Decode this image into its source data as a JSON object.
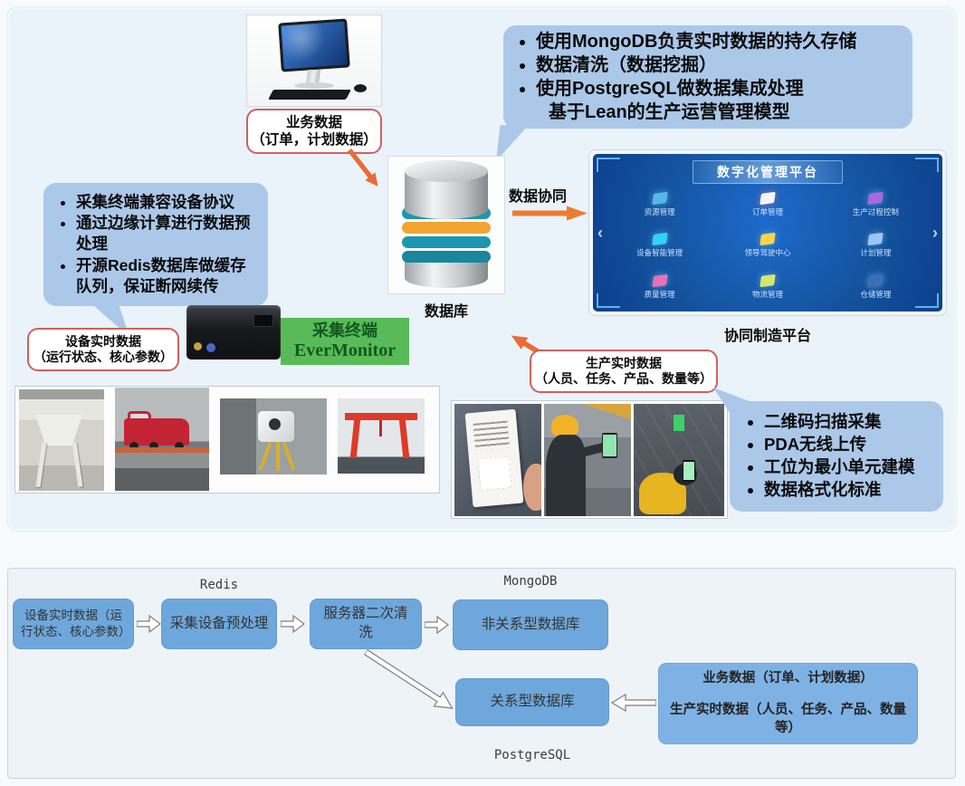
{
  "top_section": {
    "business_data_label": {
      "line1": "业务数据",
      "line2": "（订单，计划数据）"
    },
    "storage_callout": {
      "bullets": [
        "使用MongoDB负责实时数据的持久存储",
        "数据清洗（数据挖掘）",
        "使用PostgreSQL做数据集成处理"
      ],
      "continuation": "基于Lean的生产运营管理模型"
    },
    "database_caption": "数据库",
    "data_sync_label": "数据协同",
    "platform_screen": {
      "title": "数字化管理平台",
      "modules": [
        "资源管理",
        "订单管理",
        "生产过程控制",
        "设备智能管理",
        "领导驾驶中心",
        "计划管理",
        "质量管理",
        "物流管理",
        "仓储管理"
      ],
      "prev_glyph": "‹",
      "next_glyph": "›",
      "caption": "协同制造平台"
    },
    "edge_callout": {
      "bullets": [
        "采集终端兼容设备协议",
        "通过边缘计算进行数据预处理",
        "开源Redis数据库做缓存队列，保证断网续传"
      ]
    },
    "device_data_label": {
      "line1": "设备实时数据",
      "line2": "（运行状态、核心参数）"
    },
    "collector_badge": {
      "line1": "采集终端",
      "line2": "EverMonitor"
    },
    "production_data_label": {
      "line1": "生产实时数据",
      "line2": "（人员、任务、产品、数量等）"
    },
    "scan_callout": {
      "bullets": [
        "二维码扫描采集",
        "PDA无线上传",
        "工位为最小单元建模",
        "数据格式化标准"
      ]
    }
  },
  "flow_section": {
    "redis_label": "Redis",
    "mongodb_label": "MongoDB",
    "postgresql_label": "PostgreSQL",
    "box_device_data": "设备实时数据（运行状态、核心参数）",
    "box_preprocess": "采集设备预处理",
    "box_server_clean": "服务器二次清洗",
    "box_nosql": "非关系型数据库",
    "box_rdb": "关系型数据库",
    "box_source_line1": "业务数据（订单、计划数据）",
    "box_source_line2": "生产实时数据（人员、任务、产品、数量等）"
  },
  "colors": {
    "callout_blue": "#abc8e9",
    "flow_box_blue": "#6ea7db",
    "accent_orange": "#ea6b33",
    "badge_green": "#58bb58",
    "label_border_red": "#d05f5f",
    "platform_navy": "#14539f"
  }
}
